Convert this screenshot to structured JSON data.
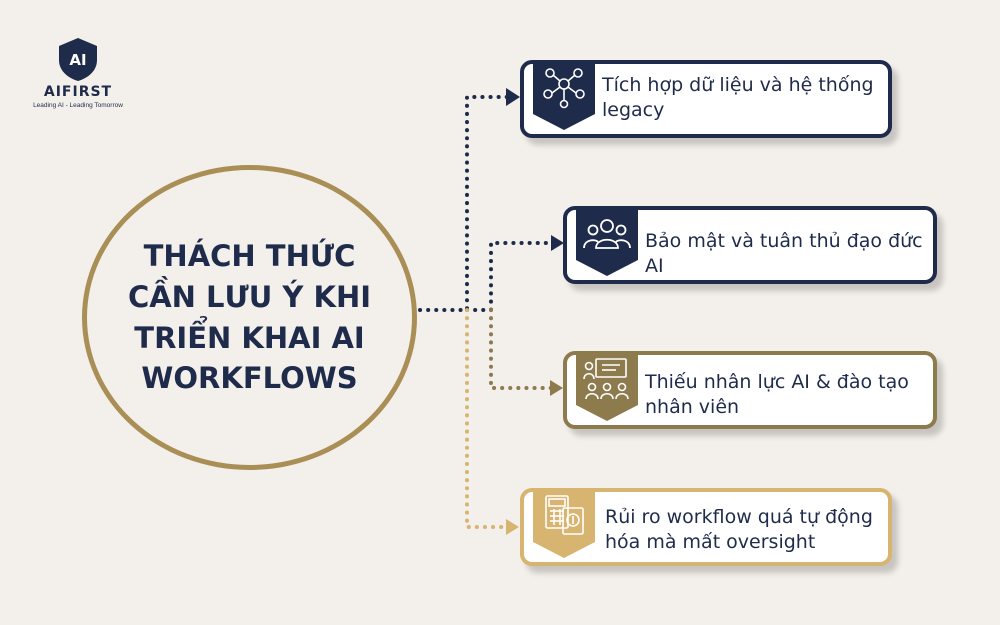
{
  "logo": {
    "mark": "AI",
    "name": "AIFIRST",
    "tagline": "Leading AI - Leading Tomorrow"
  },
  "main": {
    "title": "THÁCH THỨC CẦN LƯU Ý KHI TRIỂN KHAI AI WORKFLOWS"
  },
  "items": [
    {
      "label": "Tích hợp dữ liệu và hệ thống legacy",
      "icon": "network-people-icon",
      "color": "#1f2b4a"
    },
    {
      "label": "Bảo mật và tuân thủ đạo đức AI",
      "icon": "people-group-icon",
      "color": "#1f2b4a"
    },
    {
      "label": "Thiếu nhân lực AI & đào tạo nhân viên",
      "icon": "training-icon",
      "color": "#8d7a4d"
    },
    {
      "label": "Rủi ro workflow quá tự động hóa mà mất oversight",
      "icon": "calculator-document-icon",
      "color": "#d7b470"
    }
  ],
  "colors": {
    "navy": "#1f2b4a",
    "gold": "#a98f55",
    "gold_dark": "#8d7a4d",
    "gold_light": "#d7b470",
    "background": "#f3efea"
  }
}
